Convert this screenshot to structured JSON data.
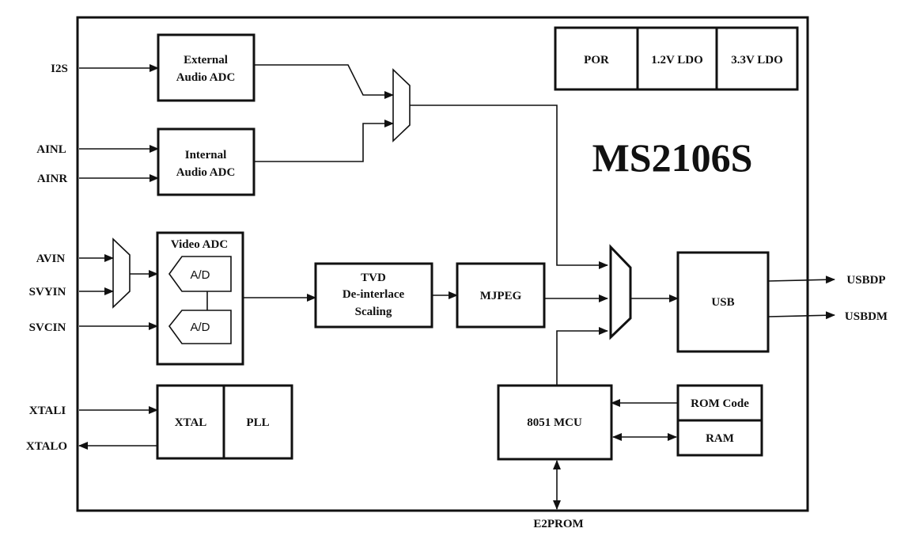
{
  "title": "MS2106S",
  "inputs": {
    "i2s": "I2S",
    "ainl": "AINL",
    "ainr": "AINR",
    "avin": "AVIN",
    "svyin": "SVYIN",
    "svcin": "SVCIN",
    "xtali": "XTALI",
    "xtalo": "XTALO"
  },
  "outputs": {
    "usbdp": "USBDP",
    "usbdm": "USBDM",
    "e2prom": "E2PROM"
  },
  "blocks": {
    "ext_adc_1": "External",
    "ext_adc_2": "Audio ADC",
    "int_adc_1": "Internal",
    "int_adc_2": "Audio ADC",
    "video_adc": "Video ADC",
    "ad_1": "A/D",
    "ad_2": "A/D",
    "tvd_1": "TVD",
    "tvd_2": "De-interlace",
    "tvd_3": "Scaling",
    "mjpeg": "MJPEG",
    "usb": "USB",
    "mcu": "8051 MCU",
    "rom": "ROM Code",
    "ram": "RAM",
    "xtal": "XTAL",
    "pll": "PLL",
    "por": "POR",
    "ldo12": "1.2V LDO",
    "ldo33": "3.3V LDO"
  },
  "colors": {
    "line": "#111111",
    "background": "#ffffff"
  }
}
